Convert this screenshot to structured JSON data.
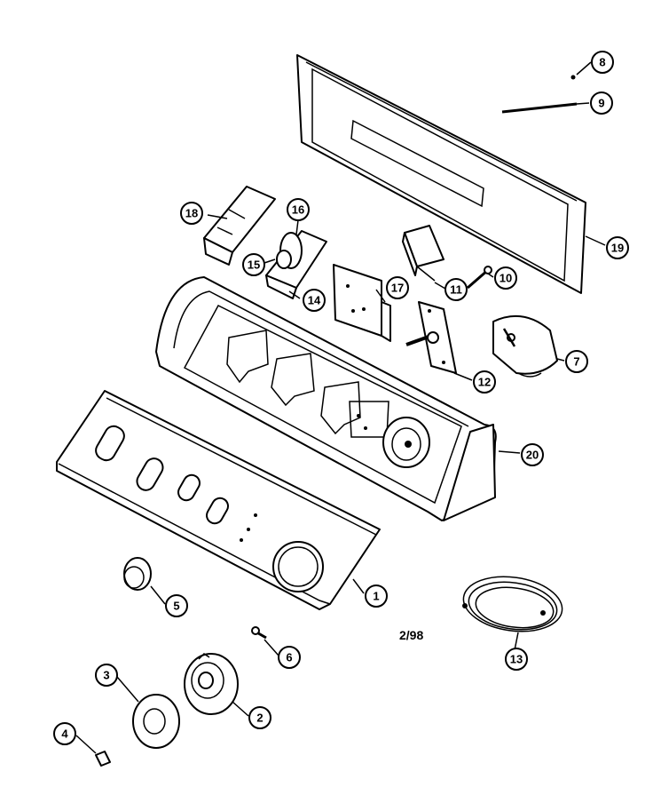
{
  "diagram": {
    "date_code": "2/98",
    "callouts": [
      "1",
      "2",
      "3",
      "4",
      "5",
      "6",
      "7",
      "8",
      "9",
      "10",
      "11",
      "12",
      "13",
      "14",
      "15",
      "16",
      "17",
      "18",
      "19",
      "20"
    ]
  }
}
